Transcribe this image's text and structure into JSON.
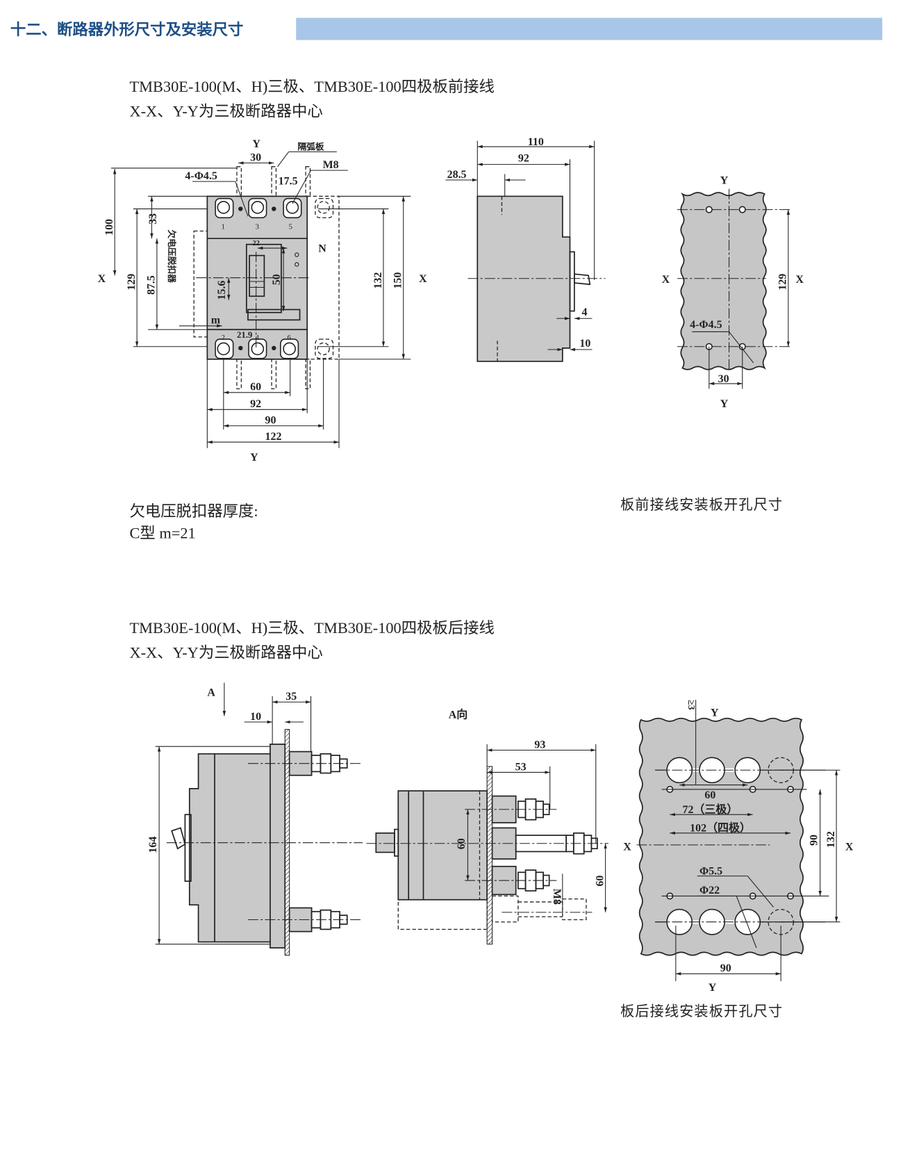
{
  "header": {
    "title": "十二、断路器外形尺寸及安装尺寸",
    "bar_color": "#a8c6e8",
    "title_color": "#1d4f86"
  },
  "section_front": {
    "title_line1": "TMB30E-100(M、H)三极、TMB30E-100四极板前接线",
    "title_line2": "X-X、Y-Y为三极断路器中心",
    "front_view": {
      "y_top": "Y",
      "y_bottom": "Y",
      "x_left": "X",
      "x_right": "X",
      "d30": "30",
      "arc_plate": "隔弧板",
      "holes": "4-Φ4.5",
      "d17_5": "17.5",
      "m8": "M8",
      "d100": "100",
      "d33": "33",
      "d129": "129",
      "d87_5": "87.5",
      "uv_release": "欠电压脱扣器",
      "d22": "22",
      "d50": "50",
      "d15_6": "15.6",
      "m": "m",
      "d21_9": "21.9",
      "n": "N",
      "d132": "132",
      "d150": "150",
      "d60": "60",
      "d92": "92",
      "d90": "90",
      "d122": "122",
      "terminals_top": [
        "1",
        "3",
        "5"
      ],
      "terminals_bottom": [
        "2",
        "4",
        "6"
      ]
    },
    "side_view": {
      "d110": "110",
      "d92": "92",
      "d28_5": "28.5",
      "d4": "4",
      "d10": "10"
    },
    "cutout": {
      "y_top": "Y",
      "y_bottom": "Y",
      "x_left": "X",
      "x_right": "X",
      "d129": "129",
      "holes": "4-Φ4.5",
      "d30": "30",
      "caption": "板前接线安装板开孔尺寸"
    },
    "note_line1": "欠电压脱扣器厚度:",
    "note_line2": "C型 m=21"
  },
  "section_rear": {
    "title_line1": "TMB30E-100(M、H)三极、TMB30E-100四极板后接线",
    "title_line2": "X-X、Y-Y为三极断路器中心",
    "side_view": {
      "a": "A",
      "d35": "35",
      "d10": "10",
      "d164": "164"
    },
    "a_view": {
      "label": "A向",
      "d93": "93",
      "d53": "53",
      "d60a": "60",
      "d60b": "60",
      "m8": "M8"
    },
    "cutout": {
      "ge3": "≥3",
      "y_top": "Y",
      "y_bottom": "Y",
      "x_left": "X",
      "x_right": "X",
      "d60": "60",
      "d72": "72（三极）",
      "d102": "102（四极）",
      "d90v": "90",
      "d132": "132",
      "phi5_5": "Φ5.5",
      "phi22": "Φ22",
      "d90h": "90",
      "caption": "板后接线安装板开孔尺寸"
    }
  }
}
